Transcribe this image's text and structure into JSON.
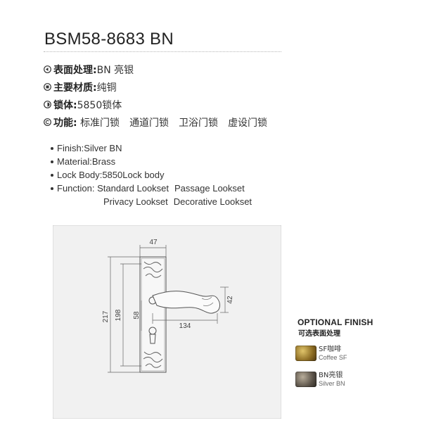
{
  "product": {
    "title": "BSM58-8683 BN"
  },
  "specs_cn": [
    {
      "label": "表面处理:",
      "value": " BN 亮银",
      "icon": "circle-arrow-icon"
    },
    {
      "label": "主要材质:",
      "value": " 纯铜",
      "icon": "circle-square-icon"
    },
    {
      "label": "锁体:",
      "value": " 5850锁体",
      "icon": "circle-half-icon"
    },
    {
      "label": "功能:",
      "values": [
        "标准门锁",
        "通道门锁",
        "卫浴门锁",
        "虚设门锁"
      ],
      "icon": "copyright-icon"
    }
  ],
  "specs_en": [
    {
      "label": "Finish:",
      "value": " Silver BN"
    },
    {
      "label": "Material:",
      "value": " Brass"
    },
    {
      "label": "Lock Body:",
      "value": " 5850Lock body"
    },
    {
      "label": "Function:",
      "values": [
        "Standard Lookset",
        "Passage Lookset"
      ]
    },
    {
      "values": [
        "Privacy Lookset",
        "Decorative Lookset"
      ]
    }
  ],
  "drawing": {
    "dims": {
      "width": "47",
      "height_total": "217",
      "height_inner": "198",
      "spacing": "58",
      "handle_length": "134",
      "handle_height": "42"
    }
  },
  "optional_finish": {
    "title": "OPTIONAL FINISH",
    "subtitle": "可选表面处理",
    "items": [
      {
        "name": "SF咖啡",
        "sub": "Coffee SF",
        "color": "#a07c2c"
      },
      {
        "name": "BN亮银",
        "sub": "Silver BN",
        "color": "#5a5248"
      }
    ]
  }
}
